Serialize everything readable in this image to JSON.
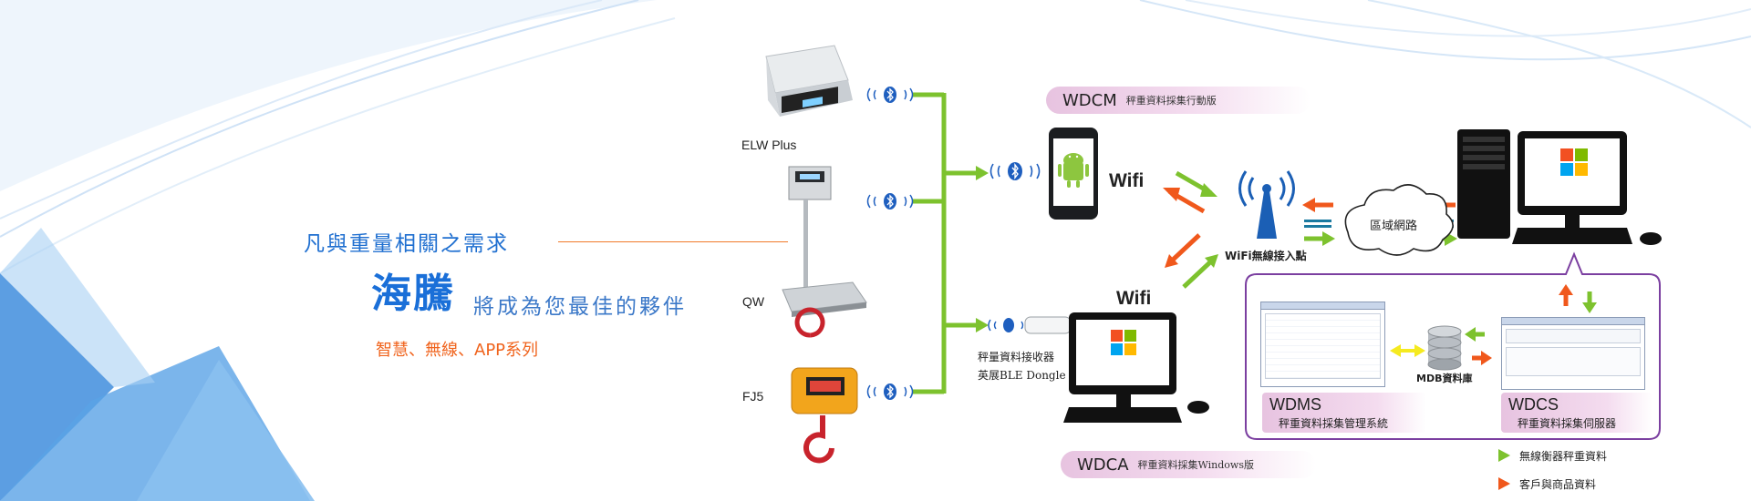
{
  "slogan": {
    "line1": "凡與重量相關之需求",
    "brand": "海騰",
    "line2": "將成為您最佳的夥伴",
    "series": "智慧、無線、APP系列"
  },
  "devices": [
    {
      "label": "ELW Plus"
    },
    {
      "label": "QW"
    },
    {
      "label": "FJ5"
    }
  ],
  "dongle": {
    "line1": "秤量資料接收器",
    "line2": "英展BLE Dongle"
  },
  "wdcm": {
    "code": "WDCM",
    "desc": "秤重資料採集行動版"
  },
  "wdca": {
    "code": "WDCA",
    "desc": "秤重資料採集Windows版"
  },
  "wifi_label": "Wifi",
  "access_point": "WiFi無線接入點",
  "lan": "區域網路",
  "mdb": "MDB資料庫",
  "wdms": {
    "code": "WDMS",
    "desc": "秤重資料採集管理系統"
  },
  "wdcs": {
    "code": "WDCS",
    "desc": "秤重資料採集伺服器"
  },
  "legend": [
    {
      "text": "無線衡器秤重資料",
      "color": "#7dc22e"
    },
    {
      "text": "客戶與商品資料",
      "color": "#f0581c"
    }
  ],
  "colors": {
    "green": "#7dc22e",
    "orange": "#f0581c",
    "blue": "#1a6fd8",
    "purple": "#7b3fa0"
  }
}
